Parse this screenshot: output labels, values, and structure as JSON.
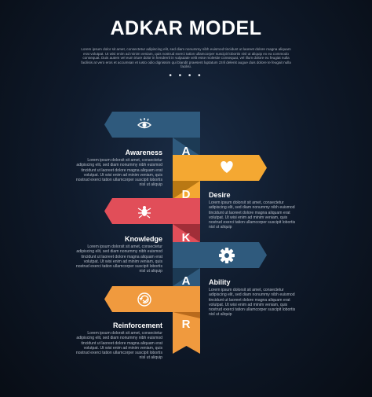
{
  "title": "ADKAR MODEL",
  "intro": "Lorem ipsum dolor sit amet, consectetur adipiscing elit, sed diam nonummy nibh euismod tincidunt ut laoreet dolore magna aliquam erat volutpat. Ut wisi enim ad minim veniam, quis nostrud exerci tation ullamcorper suscipit lobortis nisl ut aliquip ex ea commodo consequat. Duis autem vel eum iriure dolor in hendrerit in vulputate velit esse molestie consequat, vel illum dolore eu feugiat nulla facilisis at vero eros et accumsan et iusto odio dignissim qui blandit praesent luptatum zzril delenit augue duis dolore te feugait nulla facilisi.",
  "dots": "• • • •",
  "colors": {
    "blue": "#2f5a7d",
    "yellow": "#f4a832",
    "red": "#e14e59",
    "orange": "#f09a3e",
    "stem": "#9c4e2a"
  },
  "steps": [
    {
      "letter": "A",
      "title": "Awareness",
      "icon": "eye-icon",
      "side": "left",
      "color": "#2f5a7d",
      "description": "Lorem ipsum dolorsit sit amet, consectetur adipiscing elit, sed diam nonummy nibh euismod tincidunt ut laoreet dolore magna aliquam erat volutpat. Ut wisi enim ad minim veniam, quis nostrud exerci tation ullamcorper suscipit lobortis nisl ut aliquip"
    },
    {
      "letter": "D",
      "title": "Desire",
      "icon": "heart-icon",
      "side": "right",
      "color": "#f4a832",
      "description": "Lorem ipsum dolorsit sit amet, consectetur adipiscing elit, sed diam nonummy nibh euismod tincidunt ut laoreet dolore magna aliquam erat volutpat. Ut wisi enim ad minim veniam, quis nostrud exerci tation ullamcorper suscipit lobortis nisl ut aliquip"
    },
    {
      "letter": "K",
      "title": "Knowledge",
      "icon": "bug-icon",
      "side": "left",
      "color": "#e14e59",
      "description": "Lorem ipsum dolorsit sit amet, consectetur adipiscing elit, sed diam nonummy nibh euismod tincidunt ut laoreet dolore magna aliquam erat volutpat. Ut wisi enim ad minim veniam, quis nostrud exerci tation ullamcorper suscipit lobortis nisl ut aliquip"
    },
    {
      "letter": "A",
      "title": "Ability",
      "icon": "gear-icon",
      "side": "right",
      "color": "#2f5a7d",
      "description": "Lorem ipsum dolorsit sit amet, consectetur adipiscing elit, sed diam nonummy nibh euismod tincidunt ut laoreet dolore magna aliquam erat volutpat. Ut wisi enim ad minim veniam, quis nostrud exerci tation ullamcorper suscipit lobortis nisl ut aliquip"
    },
    {
      "letter": "R",
      "title": "Reinforcement",
      "icon": "refresh-icon",
      "side": "left",
      "color": "#f09a3e",
      "description": "Lorem ipsum dolorsit sit amet, consectetur adipiscing elit, sed diam nonummy nibh euismod tincidunt ut laoreet dolore magna aliquam erat volutpat. Ut wisi enim ad minim veniam, quis nostrud exerci tation ullamcorper suscipit lobortis nisl ut aliquip"
    }
  ]
}
